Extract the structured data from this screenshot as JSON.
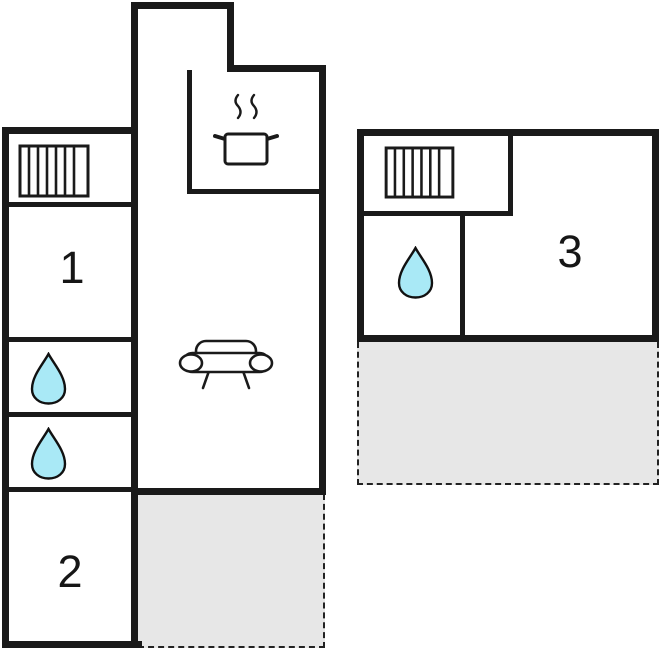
{
  "rooms": [
    {
      "label": "1"
    },
    {
      "label": "2"
    },
    {
      "label": "3"
    }
  ],
  "icons": {
    "radiator": "radiator",
    "water_drop": "water-drop",
    "sofa": "sofa",
    "stove": "stove-with-steam"
  },
  "colors": {
    "wall": "#1a1a1a",
    "terrace_fill": "#e7e7e7",
    "drop_fill": "#a9e9f6"
  }
}
